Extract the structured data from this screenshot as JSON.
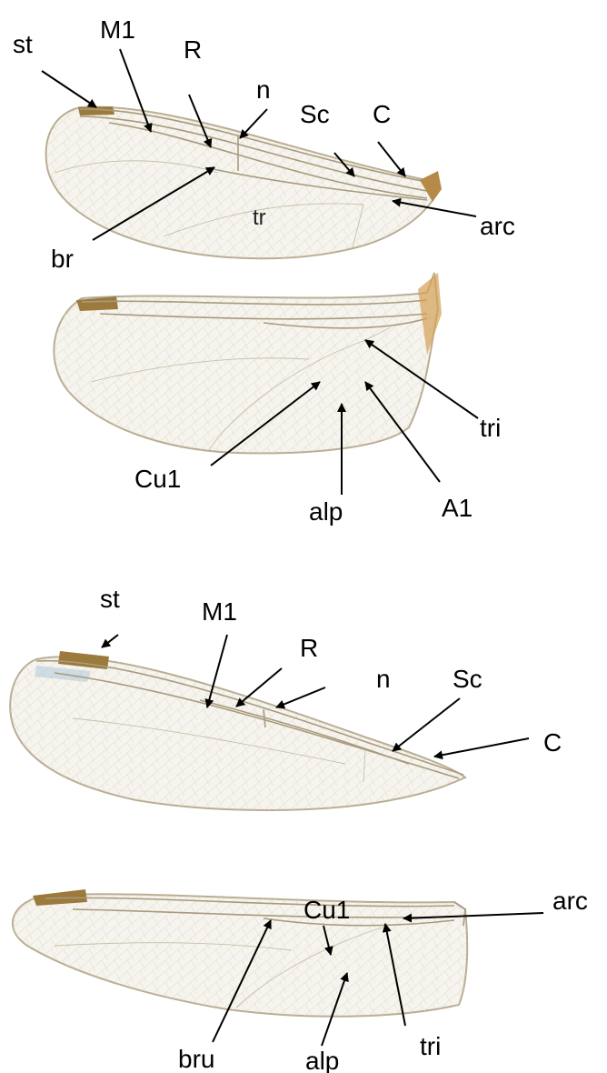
{
  "figure": {
    "colors": {
      "background": "#ffffff",
      "membrane": "#f6f4ee",
      "vein": "#a89a7c",
      "pterostigma": "#9b7a3c",
      "label": "#000000"
    },
    "panels": [
      {
        "name": "wing-pair-1",
        "forewing_labels": [
          "st",
          "M1",
          "R",
          "n",
          "Sc",
          "C",
          "br",
          "tr",
          "arc"
        ],
        "hindwing_labels": [
          "Cu1",
          "alp",
          "A1",
          "tri"
        ]
      },
      {
        "name": "wing-pair-2",
        "forewing_labels": [
          "st",
          "M1",
          "R",
          "n",
          "Sc",
          "C"
        ],
        "hindwing_labels": [
          "Cu1",
          "arc",
          "bru",
          "alp",
          "tri"
        ]
      }
    ]
  },
  "labels": {
    "p1_st": "st",
    "p1_m1": "M1",
    "p1_r": "R",
    "p1_n": "n",
    "p1_sc": "Sc",
    "p1_c": "C",
    "p1_br": "br",
    "p1_tr": "tr",
    "p1_arc": "arc",
    "p1_cu1": "Cu1",
    "p1_alp": "alp",
    "p1_a1": "A1",
    "p1_tri": "tri",
    "p2_st": "st",
    "p2_m1": "M1",
    "p2_r": "R",
    "p2_n": "n",
    "p2_sc": "Sc",
    "p2_c": "C",
    "p2_cu1": "Cu1",
    "p2_arc": "arc",
    "p2_bru": "bru",
    "p2_alp": "alp",
    "p2_tri": "tri"
  }
}
